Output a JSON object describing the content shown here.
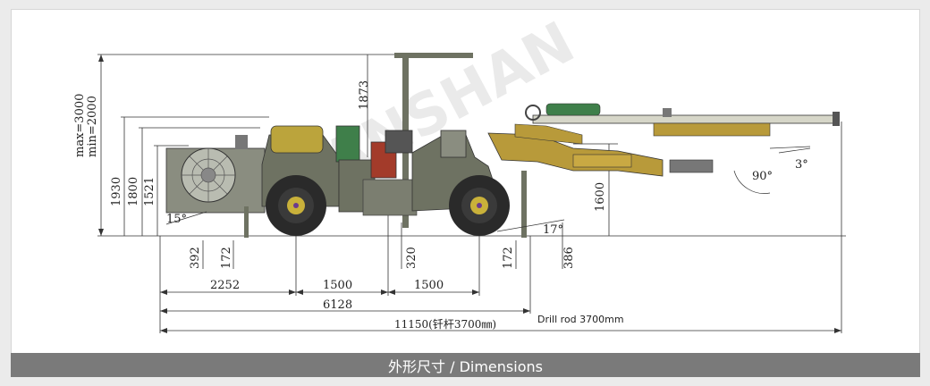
{
  "caption": "外形尺寸 / Dimensions",
  "watermark": "LIANSHAN",
  "dimensions": {
    "max_height": "max=3000",
    "min_height": "min=2000",
    "h1930": "1930",
    "h1800": "1800",
    "h1521": "1521",
    "h1873": "1873",
    "h1600": "1600",
    "h392": "392",
    "h172_left": "172",
    "h320": "320",
    "h172_right": "172",
    "h386": "386",
    "l2252": "2252",
    "l1500_a": "1500",
    "l1500_b": "1500",
    "l6128": "6128",
    "l11150": "11150(钎杆3700㎜)",
    "drill_rod": "Drill rod 3700mm"
  },
  "angles": {
    "a15": "15°",
    "a17": "17°",
    "a90": "90°",
    "a3": "3°"
  },
  "colors": {
    "machine_body": "#6e7262",
    "boom": "#b89a3a",
    "tire": "#2a2a2a",
    "hub": "#c9b13a",
    "motor": "#3f7f4a",
    "caption_bg": "#7a7a7a"
  }
}
